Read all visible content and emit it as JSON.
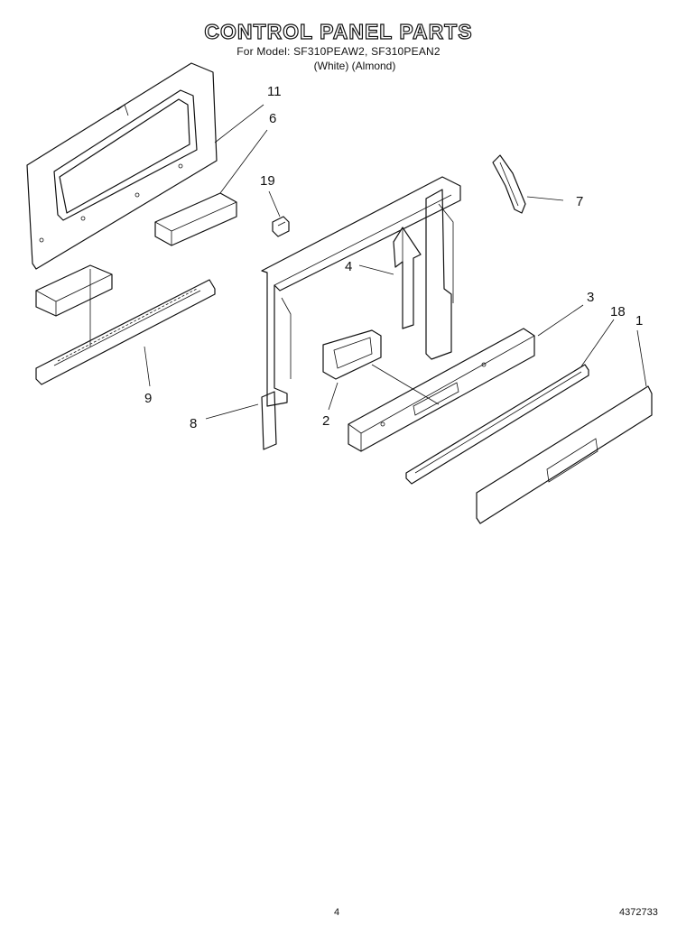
{
  "header": {
    "title": "CONTROL PANEL PARTS",
    "models": "For Model: SF310PEAW2, SF310PEAN2",
    "colors": "(White)    (Almond)"
  },
  "callouts": {
    "c11": "11",
    "c6": "6",
    "c19": "19",
    "c4": "4",
    "c7": "7",
    "c3": "3",
    "c18": "18",
    "c1": "1",
    "c9": "9",
    "c2": "2",
    "c8": "8"
  },
  "footer": {
    "page": "4",
    "part_number": "4372733"
  }
}
